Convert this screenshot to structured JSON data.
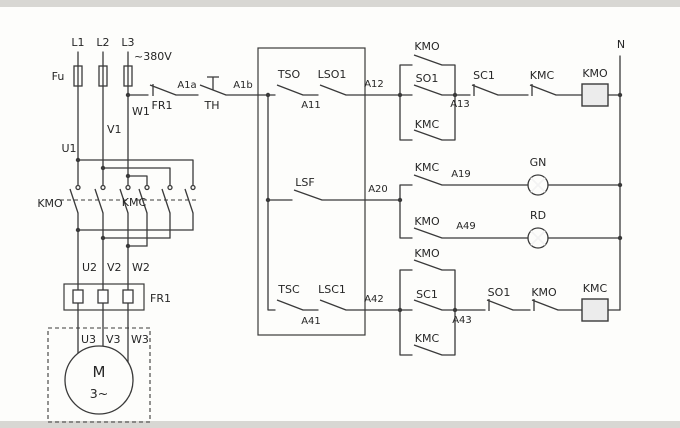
{
  "colors": {
    "wire": "#3a3a3a",
    "text": "#262626",
    "lamp_fill": "#1f1f1f",
    "background": "#fdfdfb",
    "scan_edge": "#d8d7d3"
  },
  "power": {
    "l1": "L1",
    "l2": "L2",
    "l3": "L3",
    "voltage": "~380V",
    "fu": "Fu",
    "fr1_contact": "FR1",
    "a1a": "A1a",
    "th": "TH",
    "a1b": "A1b",
    "w1": "W1",
    "v1": "V1",
    "u1": "U1",
    "kmo": "KMO",
    "kmc": "KMC",
    "u2": "U2",
    "v2": "V2",
    "w2": "W2",
    "fr1_heater": "FR1",
    "u3": "U3",
    "v3": "V3",
    "w3": "W3",
    "motor_letter": "M",
    "motor_phases": "3~"
  },
  "limit_box": {
    "tso": "TSO",
    "lso1": "LSO1",
    "a11": "A11",
    "a12": "A12",
    "lsf": "LSF",
    "a20": "A20",
    "tsc": "TSC",
    "lsc1": "LSC1",
    "a41": "A41",
    "a42": "A42"
  },
  "open_circuit": {
    "kmo_hold": "KMO",
    "so1_button": "SO1",
    "kmc_aux": "KMC",
    "a13": "A13",
    "sc1_interlock": "SC1",
    "kmc_interlock": "KMC",
    "kmo_coil": "KMO"
  },
  "lamp_circuit": {
    "kmc_contact": "KMC",
    "a19": "A19",
    "gn_lamp": "GN",
    "kmo_contact": "KMO",
    "a49": "A49",
    "rd_lamp": "RD"
  },
  "close_circuit": {
    "kmo_aux": "KMO",
    "sc1_button": "SC1",
    "kmc_hold": "KMC",
    "a43": "A43",
    "so1_interlock": "SO1",
    "kmo_interlock": "KMO",
    "kmc_coil": "KMC"
  },
  "neutral": "N"
}
